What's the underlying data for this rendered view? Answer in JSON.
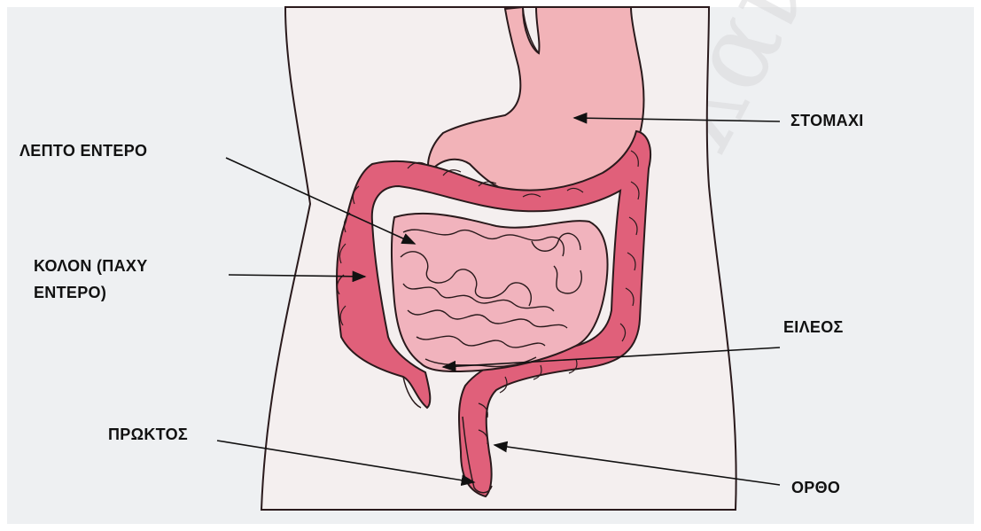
{
  "labels": {
    "stomach": "ΣΤΟΜΑΧΙ",
    "small_intestine": "ΛΕΠΤΟ ΕΝΤΕΡΟ",
    "colon": "ΚΟΛΟΝ (ΠΑΧΥ\nΕΝΤΕΡΟ)",
    "ileum": "ΕΙΛΕΟΣ",
    "anus": "ΠΡΩΚΤΟΣ",
    "rectum": "ΟΡΘΟ"
  },
  "watermark": "τολάνης",
  "colors": {
    "background": "#eef0f2",
    "torso": "#f4efef",
    "stomach": "#f2b3b8",
    "colon": "#e0607a",
    "small_intestine": "#f1b3bd",
    "outline": "#2a1a1c"
  }
}
